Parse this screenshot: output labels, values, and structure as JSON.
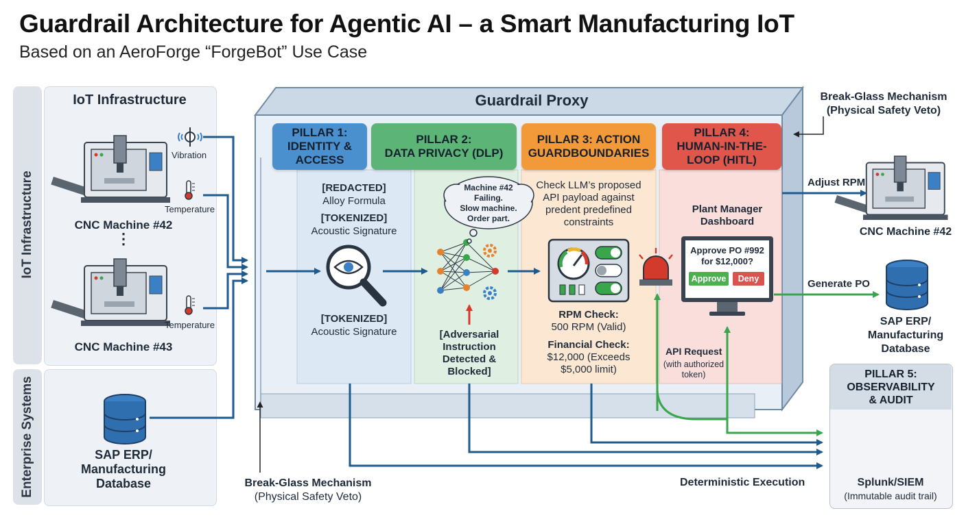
{
  "title": "Guardrail Architecture for Agentic AI – a Smart Manufacturing IoT",
  "subtitle": "Based on an AeroForge “ForgeBot” Use Case",
  "left": {
    "iot_panel_title": "IoT Infrastructure",
    "iot_side_label": "IoT Infrastructure",
    "enterprise_side_label": "Enterprise Systems",
    "vibration_label": "Vibration",
    "temperature_label_1": "Temperature",
    "temperature_label_2": "Temperature",
    "machine_1_label": "CNC Machine #42",
    "machine_2_label": "CNC Machine #43",
    "ellipsis": "⋮",
    "database_label": [
      "SAP ERP/",
      "Manufacturing",
      "Database"
    ]
  },
  "proxy": {
    "title": "Guardrail Proxy",
    "pillars": [
      {
        "label": [
          "PILLAR 1:",
          "IDENTITY &",
          "ACCESS"
        ],
        "color": "#4a90cf"
      },
      {
        "label": [
          "PILLAR 2:",
          "DATA PRIVACY (DLP)"
        ],
        "color": "#5cb476"
      },
      {
        "label": [
          "PILLAR 3: ACTION",
          "GUARDBOUNDARIES"
        ],
        "color": "#f29a3a"
      },
      {
        "label": [
          "PILLAR 4:",
          "HUMAN-IN-THE-",
          "LOOP (HITL)"
        ],
        "color": "#e0564b"
      }
    ],
    "p1": {
      "redacted": "[REDACTED]",
      "alloy": "Alloy Formula",
      "tokenized_1": "[TOKENIZED]",
      "acoustic_1": "Acoustic Signature",
      "tokenized_2": "[TOKENIZED]",
      "acoustic_2": "Acoustic Signature"
    },
    "p2": {
      "bubble": [
        "Machine #42",
        "Failing.",
        "Slow machine.",
        "Order part."
      ],
      "adversarial": [
        "[Adversarial",
        "Instruction",
        "Detected &",
        "Blocked]"
      ]
    },
    "p3": {
      "check": [
        "Check LLM’s proposed",
        "API payload against",
        "predent predefined",
        "constraints"
      ],
      "rpm_title": "RPM Check:",
      "rpm_value": "500 RPM (Valid)",
      "fin_title": "Financial Check:",
      "fin_value": [
        "$12,000 (Exceeds",
        "$5,000 limit)"
      ]
    },
    "p4": {
      "dashboard": [
        "Plant Manager",
        "Dashboard"
      ],
      "approve_text": [
        "Approve PO #992",
        "for $12,000?"
      ],
      "approve_button": "Approve",
      "deny_button": "Deny",
      "api_request": "API Request",
      "api_note": [
        "(with authorized",
        "token)"
      ]
    }
  },
  "right": {
    "break_glass_top": [
      "Break-Glass Mechanism",
      "(Physical Safety Veto)"
    ],
    "adjust_rpm": "Adjust RPM",
    "machine_label": "CNC Machine #42",
    "generate_po": "Generate PO",
    "database_label": [
      "SAP ERP/",
      "Manufacturing",
      "Database"
    ],
    "pillar5": [
      "PILLAR 5:",
      "OBSERVABILITY",
      "& AUDIT"
    ],
    "splunk": "Splunk/SIEM",
    "splunk_note": "(Immutable audit trail)"
  },
  "bottom": {
    "break_glass": [
      "Break-Glass Mechanism",
      "(Physical Safety Veto)"
    ],
    "deterministic": "Deterministic Execution"
  },
  "colors": {
    "arrow_blue": "#1f5a8c",
    "arrow_green": "#3aa64c",
    "arrow_red": "#d33a2c",
    "p1": "#4a90cf",
    "p2": "#5cb476",
    "p3": "#f29a3a",
    "p4": "#e0564b"
  }
}
